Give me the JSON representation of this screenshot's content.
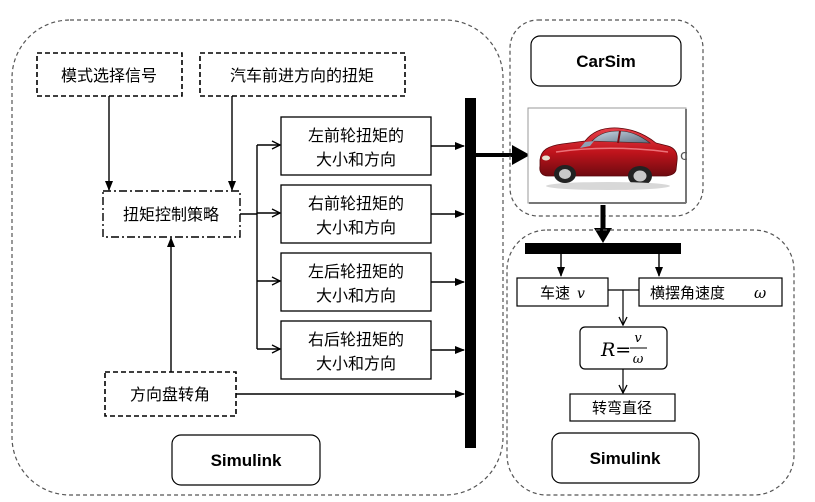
{
  "simulink_group": {
    "mode_signal": "模式选择信号",
    "forward_torque": "汽车前进方向的扭矩",
    "strategy": "扭矩控制策略",
    "steering": "方向盘转角",
    "wheels": [
      {
        "line1": "左前轮扭矩的",
        "line2": "大小和方向"
      },
      {
        "line1": "右前轮扭矩的",
        "line2": "大小和方向"
      },
      {
        "line1": "左后轮扭矩的",
        "line2": "大小和方向"
      },
      {
        "line1": "右后轮扭矩的",
        "line2": "大小和方向"
      }
    ],
    "label": "Simulink"
  },
  "carsim_group": {
    "label": "CarSim",
    "car_color": "#c0141c"
  },
  "output_group": {
    "speed_label": "车速",
    "speed_symbol": "v",
    "yaw_label": "横摆角速度",
    "yaw_symbol": "ω",
    "formula_lhs": "R=",
    "formula_num": "v",
    "formula_den": "ω",
    "diameter": "转弯直径",
    "label": "Simulink"
  }
}
